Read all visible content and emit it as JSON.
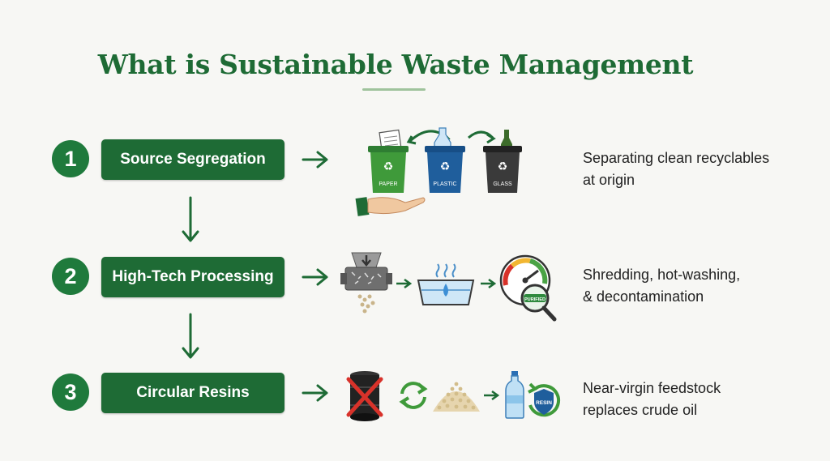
{
  "title": "What is Sustainable Waste Management",
  "steps": [
    {
      "number": "1",
      "label": "Source Segregation",
      "description": [
        "Separating clean recyclables",
        "at origin"
      ],
      "bin_labels": [
        "PAPER",
        "PLASTIC",
        "GLASS"
      ]
    },
    {
      "number": "2",
      "label": "High-Tech Processing",
      "description": [
        "Shredding, hot-washing,",
        "& decontamination"
      ],
      "badge": "PURIFIED"
    },
    {
      "number": "3",
      "label": "Circular Resins",
      "description": [
        "Near-virgin feedstock",
        "replaces crude oil"
      ],
      "badge": "RESIN"
    }
  ],
  "colors": {
    "brand_green": "#1e6b35",
    "circle_green": "#1f7a3c",
    "bin_green": "#3f9a3a",
    "bin_blue": "#1f5e9c",
    "bin_dark": "#3a3a3a",
    "cross_red": "#d8322a"
  },
  "icons": {
    "step1": [
      "recycling-bins-icon",
      "hand-icon",
      "cycle-arrow-icon"
    ],
    "step2": [
      "shredder-icon",
      "wash-basin-icon",
      "gauge-magnifier-icon"
    ],
    "step3": [
      "oil-barrel-crossed-icon",
      "recycle-arrows-icon",
      "pellets-icon",
      "bottle-icon",
      "resin-shield-icon"
    ]
  }
}
